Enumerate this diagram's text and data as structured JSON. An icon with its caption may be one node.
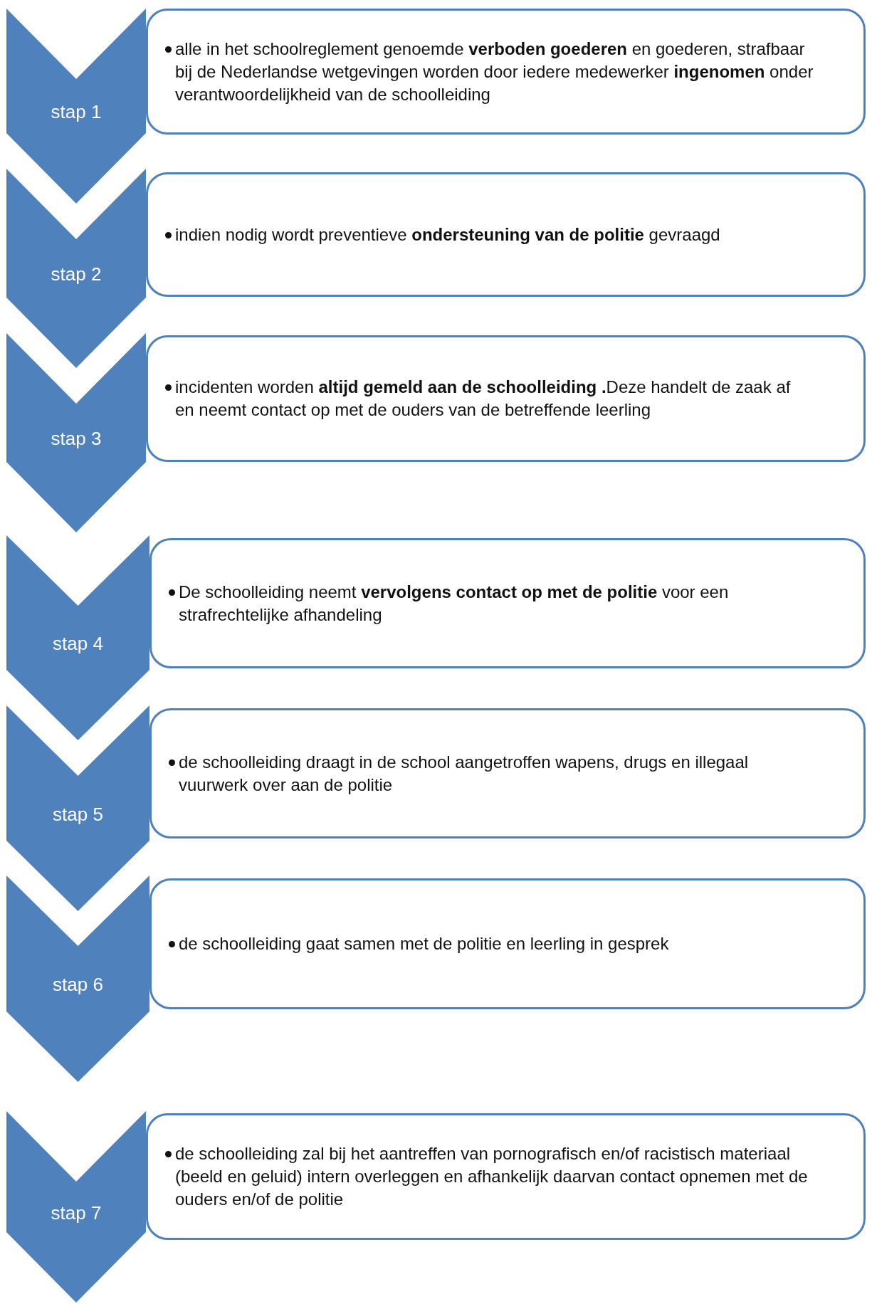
{
  "diagram": {
    "nodes": [
      {
        "text": [
          "stap 1"
        ]
      },
      {
        "text": [
          "alle in het schoolreglement genoemde **verboden goederen**  en goederen, strafbaar bij de Nederlandse wetgevingen worden door iedere medewerker **ingenomen** onder verantwoordelijkheid van de schoolleiding"
        ]
      },
      {
        "text": [
          "stap 2"
        ]
      },
      {
        "text": [
          "indien nodig wordt preventieve **ondersteuning van de politie** gevraagd"
        ]
      },
      {
        "text": [
          "stap 3"
        ]
      },
      {
        "text": [
          "incidenten worden **altijd gemeld aan de schoolleiding .**Deze handelt de zaak af en neemt contact op met de ouders van de betreffende leerling"
        ]
      },
      {
        "text": [
          "stap 4"
        ]
      },
      {
        "text": [
          "De schoolleiding neemt **vervolgens contact op met de politie** voor een strafrechtelijke afhandeling"
        ]
      },
      {
        "text": [
          "stap 5"
        ]
      },
      {
        "text": [
          "de schoolleiding draagt in de school aangetroffen wapens, drugs en illegaal vuurwerk over aan de politie"
        ]
      },
      {
        "text": [
          "stap 6"
        ]
      },
      {
        "text": [
          "de schoolleiding gaat samen met de politie en leerling in gesprek"
        ]
      },
      {
        "text": [
          "stap 7"
        ]
      },
      {
        "text": [
          "de schoolleiding zal bij het aantreffen van pornografisch en/of racistisch materiaal (beeld en geluid) intern overleggen en afhankelijk daarvan contact opnemen met de ouders en/of de politie"
        ]
      }
    ]
  }
}
